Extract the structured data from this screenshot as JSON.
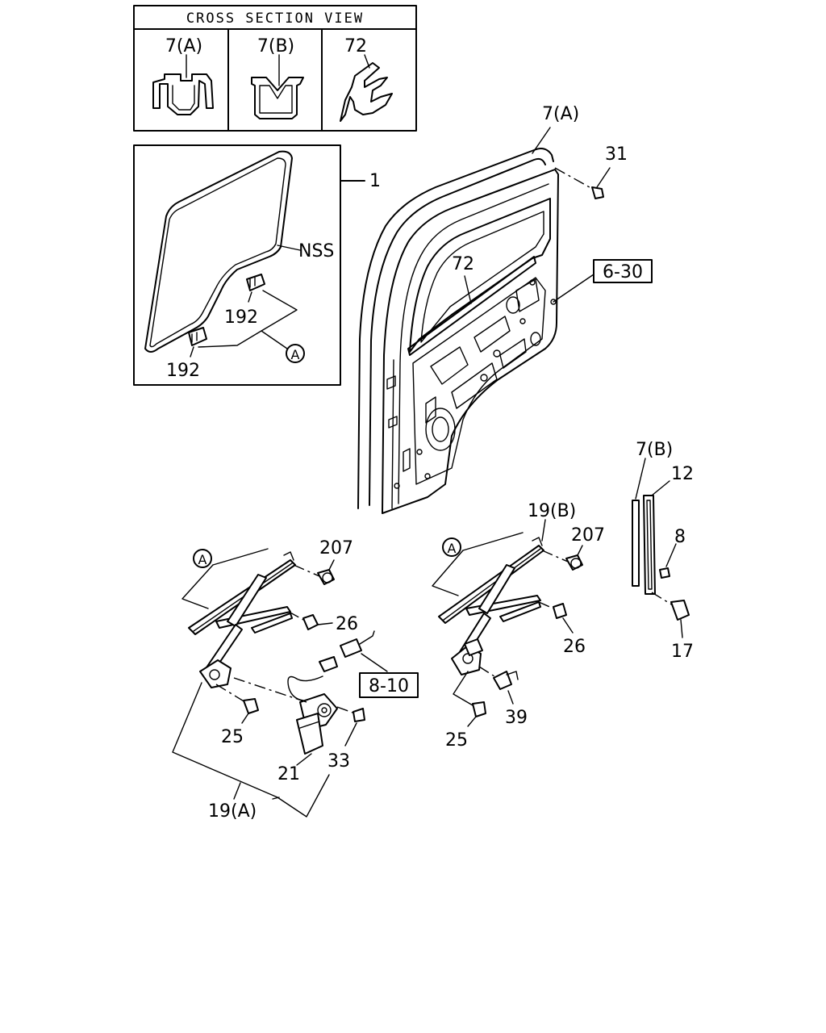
{
  "cross_section": {
    "title": "CROSS SECTION VIEW",
    "cells": [
      {
        "label": "7(A)"
      },
      {
        "label": "7(B)"
      },
      {
        "label": "72"
      }
    ]
  },
  "callouts": {
    "c7a_top": "7(A)",
    "c31": "31",
    "c1": "1",
    "nss": "NSS",
    "c192_upper": "192",
    "c192_lower": "192",
    "circA_glass": "A",
    "c72": "72",
    "ref_6_30": "6-30",
    "c7b_right": "7(B)",
    "c12": "12",
    "c8": "8",
    "c17": "17",
    "circA_left": "A",
    "c207_left": "207",
    "c26_left": "26",
    "ref_8_10": "8-10",
    "c25_left": "25",
    "c33": "33",
    "c21": "21",
    "c19a": "19(A)",
    "c19b": "19(B)",
    "circA_right": "A",
    "c207_right": "207",
    "c26_right": "26",
    "c39": "39",
    "c25_right": "25"
  }
}
